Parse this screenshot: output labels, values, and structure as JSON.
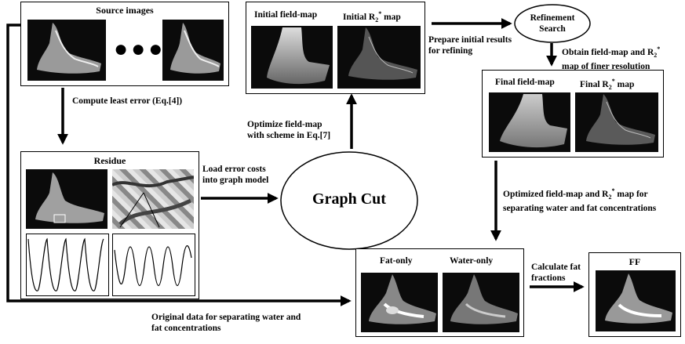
{
  "boxes": {
    "source": {
      "title": "Source images"
    },
    "residue": {
      "title": "Residue"
    },
    "initial": {
      "fieldmap": "Initial field-map",
      "r2_prefix": "Initial R",
      "r2_sub": "2",
      "r2_sup": "*",
      "r2_suffix": " map"
    },
    "final": {
      "fieldmap": "Final field-map",
      "r2_prefix": "Final R",
      "r2_sub": "2",
      "r2_sup": "*",
      "r2_suffix": " map"
    },
    "separation": {
      "fat": "Fat-only",
      "water": "Water-only"
    },
    "ff": {
      "title": "FF"
    },
    "refinement": {
      "line1": "Refinement",
      "line2": "Search"
    },
    "graphcut": {
      "title": "Graph Cut"
    }
  },
  "labels": {
    "compute": "Compute least error (Eq.[4])",
    "load_1": "Load error costs",
    "load_2": "into graph model",
    "optimize_1": "Optimize field-map",
    "optimize_2": "with scheme in Eq.[7]",
    "prepare_1": "Prepare initial results",
    "prepare_2": "for refining",
    "obtain_1_prefix": "Obtain field-map and R",
    "obtain_1_sub": "2",
    "obtain_1_sup": "*",
    "obtain_2": "map of finer resolution",
    "optimized_1_prefix": "Optimized field-map and R",
    "optimized_1_sub": "2",
    "optimized_1_sup": "*",
    "optimized_1_suffix": " map for",
    "optimized_2": "separating water and fat concentrations",
    "original_1": "Original data for separating water and",
    "original_2": "fat concentrations",
    "calculate_1": "Calculate fat",
    "calculate_2": "fractions"
  },
  "dots": "●●●",
  "colors": {
    "stroke": "#000000",
    "image_bg": "#0b0b0b"
  }
}
